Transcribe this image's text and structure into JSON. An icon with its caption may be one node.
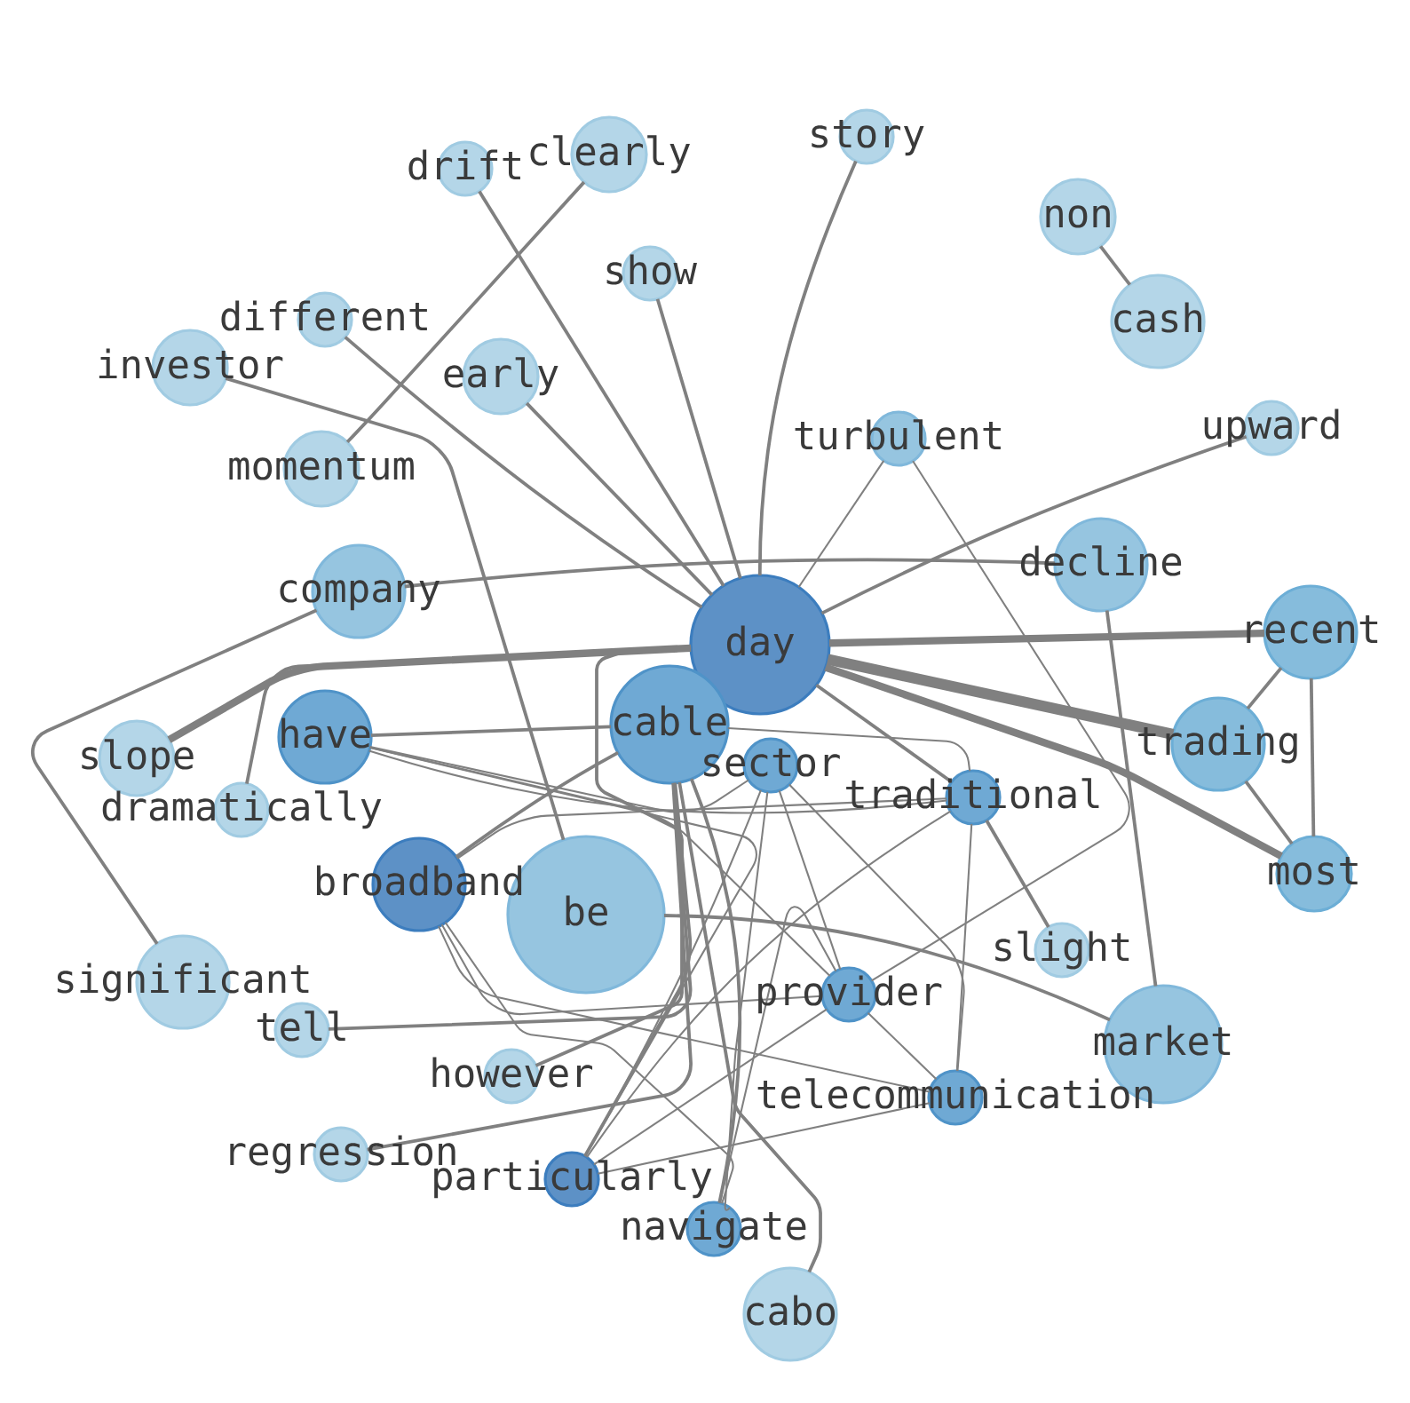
{
  "diagram": {
    "nodes": [
      {
        "text": [
          "drift"
        ]
      },
      {
        "text": [
          "clearly"
        ]
      },
      {
        "text": [
          "story"
        ]
      },
      {
        "text": [
          "non"
        ]
      },
      {
        "text": [
          "show"
        ]
      },
      {
        "text": [
          "different"
        ]
      },
      {
        "text": [
          "cash"
        ]
      },
      {
        "text": [
          "investor"
        ]
      },
      {
        "text": [
          "early"
        ]
      },
      {
        "text": [
          "upward"
        ]
      },
      {
        "text": [
          "turbulent"
        ]
      },
      {
        "text": [
          "momentum"
        ]
      },
      {
        "text": [
          "decline"
        ]
      },
      {
        "text": [
          "company"
        ]
      },
      {
        "text": [
          "day"
        ]
      },
      {
        "text": [
          "recent"
        ]
      },
      {
        "text": [
          "cable"
        ]
      },
      {
        "text": [
          "have"
        ]
      },
      {
        "text": [
          "trading"
        ]
      },
      {
        "text": [
          "slope"
        ]
      },
      {
        "text": [
          "sector"
        ]
      },
      {
        "text": [
          "traditional"
        ]
      },
      {
        "text": [
          "dramatically"
        ]
      },
      {
        "text": [
          "be"
        ]
      },
      {
        "text": [
          "most"
        ]
      },
      {
        "text": [
          "broadband"
        ]
      },
      {
        "text": [
          "slight"
        ]
      },
      {
        "text": [
          "significant"
        ]
      },
      {
        "text": [
          "provider"
        ]
      },
      {
        "text": [
          "tell"
        ]
      },
      {
        "text": [
          "market"
        ]
      },
      {
        "text": [
          "however"
        ]
      },
      {
        "text": [
          "telecommunication"
        ]
      },
      {
        "text": [
          "regression"
        ]
      },
      {
        "text": [
          "particularly"
        ]
      },
      {
        "text": [
          "navigate"
        ]
      },
      {
        "text": [
          "cabo"
        ]
      }
    ],
    "edges": [
      {
        "from": 0,
        "to": 14,
        "arrow": "none"
      },
      {
        "from": 1,
        "to": 11,
        "arrow": "none"
      },
      {
        "from": 2,
        "to": 14,
        "arrow": "none"
      },
      {
        "from": 3,
        "to": 6,
        "arrow": "none"
      },
      {
        "from": 4,
        "to": 14,
        "arrow": "none"
      },
      {
        "from": 5,
        "to": 14,
        "arrow": "none"
      },
      {
        "from": 7,
        "to": 23,
        "arrow": "none"
      },
      {
        "from": 8,
        "to": 14,
        "arrow": "none"
      },
      {
        "from": 9,
        "to": 14,
        "arrow": "none"
      },
      {
        "from": 10,
        "to": 14,
        "arrow": "none"
      },
      {
        "from": 10,
        "to": 28,
        "arrow": "none"
      },
      {
        "from": 13,
        "to": 12,
        "arrow": "none"
      },
      {
        "from": 13,
        "to": 27,
        "arrow": "none"
      },
      {
        "from": 12,
        "to": 30,
        "arrow": "none"
      },
      {
        "from": 19,
        "to": 14,
        "arrow": "none",
        "style": "thick"
      },
      {
        "from": 14,
        "to": 15,
        "arrow": "none",
        "style": "thick"
      },
      {
        "from": 14,
        "to": 18,
        "arrow": "none",
        "style": "thick"
      },
      {
        "from": 14,
        "to": 24,
        "arrow": "none",
        "style": "thick"
      },
      {
        "from": 22,
        "to": 14,
        "arrow": "none"
      },
      {
        "from": 14,
        "to": 21,
        "arrow": "none"
      },
      {
        "from": 15,
        "to": 18,
        "arrow": "none"
      },
      {
        "from": 15,
        "to": 24,
        "arrow": "none"
      },
      {
        "from": 18,
        "to": 24,
        "arrow": "none"
      },
      {
        "from": 17,
        "to": 16,
        "arrow": "none"
      },
      {
        "from": 17,
        "to": 20,
        "arrow": "none"
      },
      {
        "from": 17,
        "to": 21,
        "arrow": "none"
      },
      {
        "from": 17,
        "to": 34,
        "arrow": "none"
      },
      {
        "from": 17,
        "to": 28,
        "arrow": "none"
      },
      {
        "from": 21,
        "to": 26,
        "arrow": "none"
      },
      {
        "from": 21,
        "to": 32,
        "arrow": "none"
      },
      {
        "from": 21,
        "to": 34,
        "arrow": "none"
      },
      {
        "from": 23,
        "to": 30,
        "arrow": "none"
      },
      {
        "from": 29,
        "to": 16,
        "arrow": "none"
      },
      {
        "from": 33,
        "to": 16,
        "arrow": "none"
      },
      {
        "from": 31,
        "to": 14,
        "arrow": "none"
      },
      {
        "from": 36,
        "to": 16,
        "arrow": "none"
      },
      {
        "from": 25,
        "to": 16,
        "arrow": "none"
      },
      {
        "from": 25,
        "to": 28,
        "arrow": "none"
      },
      {
        "from": 25,
        "to": 32,
        "arrow": "none"
      },
      {
        "from": 20,
        "to": 28,
        "arrow": "none"
      },
      {
        "from": 20,
        "to": 34,
        "arrow": "none"
      },
      {
        "from": 20,
        "to": 32,
        "arrow": "none"
      },
      {
        "from": 16,
        "to": 34,
        "arrow": "none"
      },
      {
        "from": 16,
        "to": 35,
        "arrow": "none"
      },
      {
        "from": 28,
        "to": 34,
        "arrow": "none"
      },
      {
        "from": 28,
        "to": 35,
        "arrow": "none"
      },
      {
        "from": 34,
        "to": 32,
        "arrow": "none"
      },
      {
        "from": 25,
        "to": 35,
        "arrow": "none"
      },
      {
        "from": 16,
        "to": 21,
        "arrow": "none"
      },
      {
        "from": 28,
        "to": 32,
        "arrow": "none"
      },
      {
        "from": 20,
        "to": 35,
        "arrow": "none"
      },
      {
        "from": 25,
        "to": 21,
        "arrow": "none"
      }
    ]
  }
}
